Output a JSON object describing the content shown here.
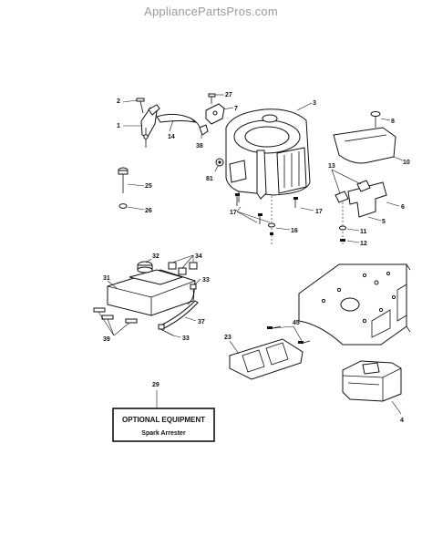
{
  "watermark": "AppliancePartsPros.com",
  "callouts": {
    "c1": "1",
    "c2": "2",
    "c3": "3",
    "c4": "4",
    "c5": "5",
    "c6": "6",
    "c7": "7",
    "c8": "8",
    "c10": "10",
    "c11": "11",
    "c12": "12",
    "c13": "13",
    "c14": "14",
    "c16": "16",
    "c17a": "17",
    "c17b": "17",
    "c23": "23",
    "c25": "25",
    "c26": "26",
    "c27": "27",
    "c29": "29",
    "c31": "31",
    "c32": "32",
    "c33a": "33",
    "c33b": "33",
    "c34": "34",
    "c37": "37",
    "c38": "38",
    "c39": "39",
    "c45": "45",
    "c81": "81"
  },
  "optional_box": {
    "title": "OPTIONAL EQUIPMENT",
    "subtitle": "Spark Arrester"
  }
}
